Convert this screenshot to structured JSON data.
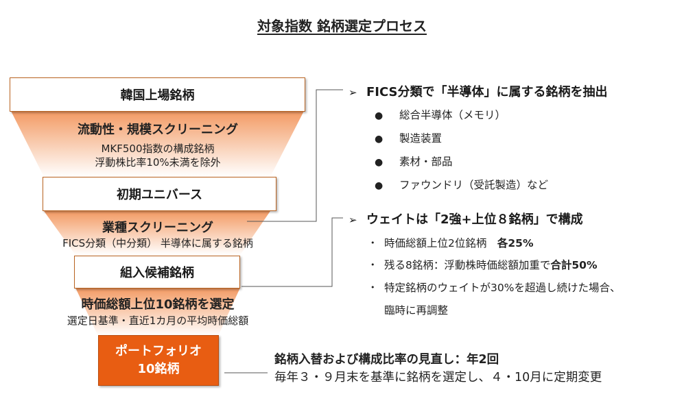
{
  "title": "対象指数 銘柄選定プロセス",
  "funnel": {
    "top_box": "韓国上場銘柄",
    "screen1": {
      "heading": "流動性・規模スクリーニング",
      "line1": "MKF500指数の構成銘柄",
      "line2": "浮動株比率10%未満を除外"
    },
    "box2": "初期ユニバース",
    "screen2": {
      "heading": "業種スクリーニング",
      "line1": "FICS分類（中分類） 半導体に属する銘柄"
    },
    "box3": "組入候補銘柄",
    "screen3": {
      "heading": "時価総額上位10銘柄を選定",
      "line1": "選定日基準・直近1カ月の平均時価総額"
    },
    "portfolio": {
      "line1": "ポートフォリオ",
      "line2": "10銘柄"
    }
  },
  "panel1": {
    "arrow": "➢",
    "heading": "FICS分類で「半導体」に属する銘柄を抽出",
    "bullet": "●",
    "items": [
      "総合半導体（メモリ）",
      "製造装置",
      "素材・部品",
      "ファウンドリ（受託製造）など"
    ]
  },
  "panel2": {
    "arrow": "➢",
    "heading": "ウェイトは「2強+上位８銘柄」で構成",
    "bullet": "•",
    "item1_text": "時価総額上位2位銘柄　",
    "item1_bold": "各25%",
    "item2_text": "残る8銘柄：浮動株時価総額加重で",
    "item2_bold": "合計50%",
    "item3_line1": "特定銘柄のウェイトが30%を超過し続けた場合、",
    "item3_line2": "臨時に再調整"
  },
  "bottom": {
    "heading": "銘柄入替および構成比率の見直し：年2回",
    "text": "毎年３・９月末を基準に銘柄を選定し、４・10月に定期変更"
  },
  "colors": {
    "funnel_top": "#f39a63",
    "funnel_bottom": "#ffffff",
    "portfolio_fill": "#e85d12",
    "box_border": "#b9621f",
    "connector": "#555555"
  }
}
